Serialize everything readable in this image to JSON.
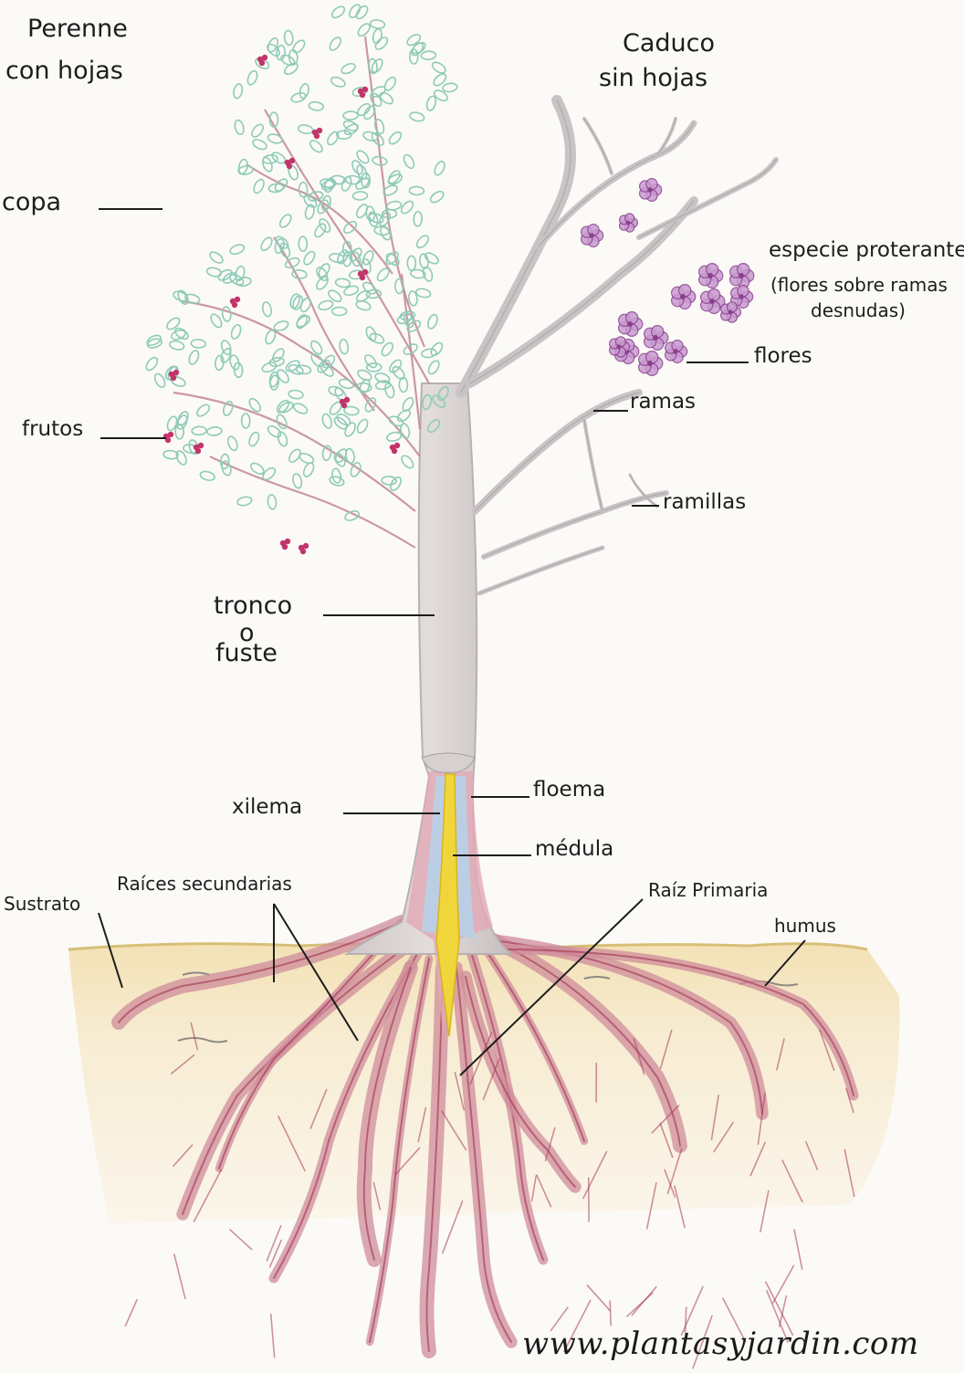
{
  "labels": {
    "perenne": "Perenne",
    "con_hojas": "con hojas",
    "caduco": "Caduco",
    "sin_hojas": "sin hojas",
    "copa": "copa",
    "especie_line1": "especie proterante",
    "especie_line2": "(flores sobre ramas",
    "especie_line3": "desnudas)",
    "flores": "flores",
    "ramas": "ramas",
    "ramillas": "ramillas",
    "frutos": "frutos",
    "tronco": "tronco",
    "o": "o",
    "fuste": "fuste",
    "xilema": "xilema",
    "floema": "floema",
    "medula": "médula",
    "raices_secundarias": "Raíces secundarias",
    "raiz_primaria": "Raíz Primaria",
    "sustrato": "Sustrato",
    "humus": "humus"
  },
  "credit": "www.plantasyjardin.com",
  "colors": {
    "leaf": "#8fcbb7",
    "twig": "#c07f8c",
    "fruit": "#c2356a",
    "trunk": "#d9d3d2",
    "branch_grey": "#c9c3c6",
    "root": "#cf8c9b",
    "root_dark": "#a53a58",
    "xylem": "#b7cfe4",
    "pith": "#f0d63a",
    "soil": "#f6e7c2",
    "flower": "#8a3f8e",
    "text": "#1d1d1d"
  }
}
